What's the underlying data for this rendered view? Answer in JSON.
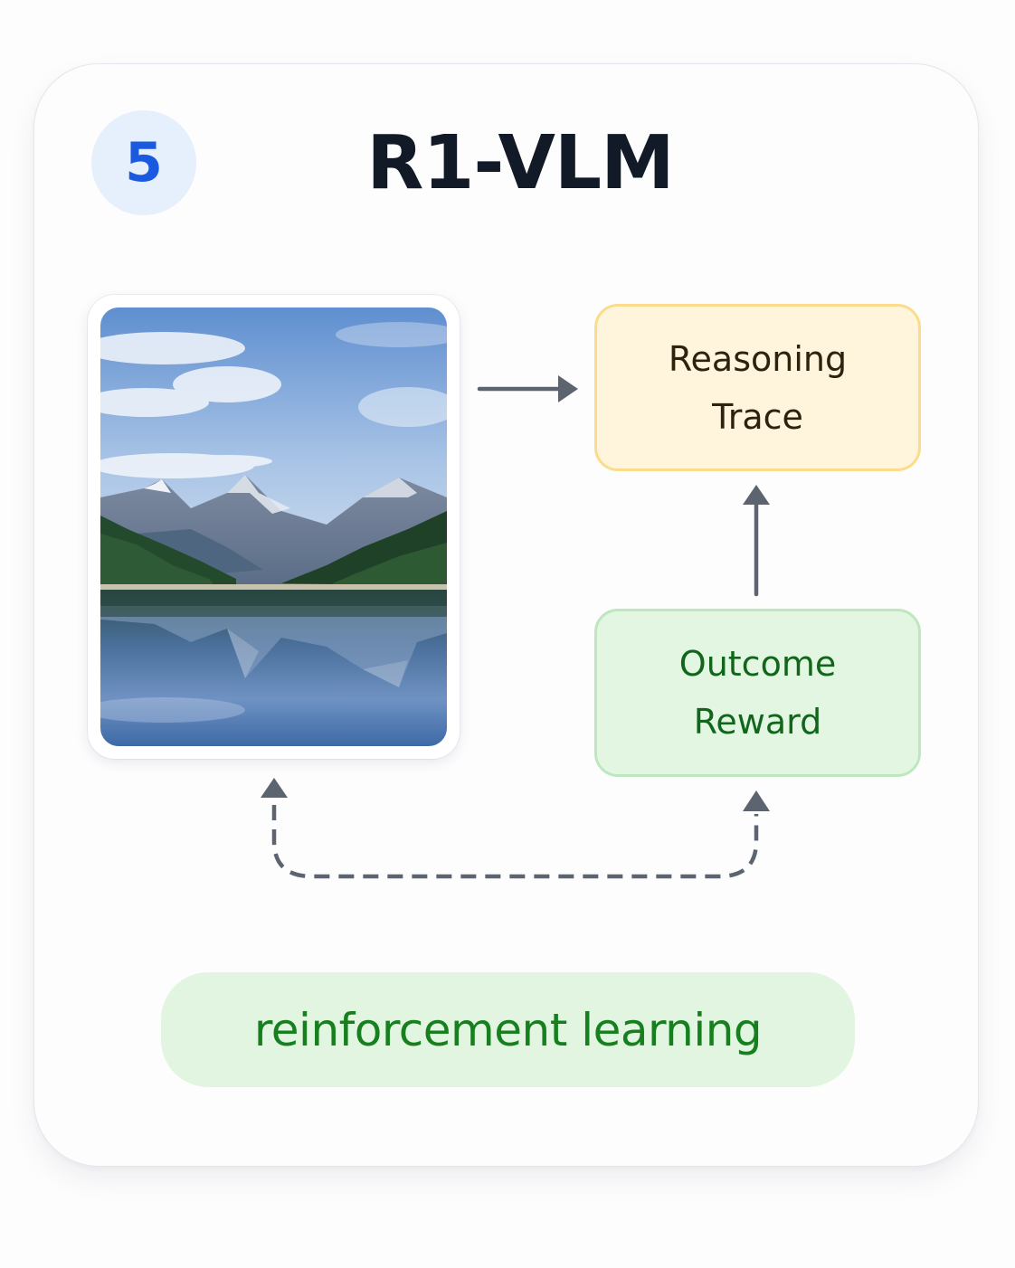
{
  "step": {
    "number": "5"
  },
  "title": "R1-VLM",
  "image": {
    "description": "Mountain lake landscape with snow-capped peaks, forested slopes and mirror reflection",
    "icon": "landscape-photo"
  },
  "nodes": {
    "reasoning_trace": {
      "line1": "Reasoning",
      "line2": "Trace"
    },
    "outcome_reward": {
      "line1": "Outcome",
      "line2": "Reward"
    }
  },
  "edges": [
    {
      "from": "image",
      "to": "reasoning_trace",
      "style": "solid"
    },
    {
      "from": "outcome_reward",
      "to": "reasoning_trace",
      "style": "solid"
    },
    {
      "from": "feedback-loop",
      "to": "image",
      "style": "dashed"
    },
    {
      "from": "feedback-loop",
      "to": "outcome_reward",
      "style": "dashed"
    }
  ],
  "footer": {
    "label": "reinforcement learning"
  },
  "colors": {
    "step_accent": "#1a5ae0",
    "step_badge_bg": "#e6effc",
    "title": "#111a26",
    "reasoning_bg": "#fff5dc",
    "reasoning_border": "#fbdc8c",
    "reasoning_text": "#2d2210",
    "reward_bg": "#e3f6e2",
    "reward_border": "#bde8bf",
    "reward_text": "#12661c",
    "rl_bg": "#e2f5e0",
    "rl_text": "#16801e",
    "arrow": "#5c6470"
  }
}
